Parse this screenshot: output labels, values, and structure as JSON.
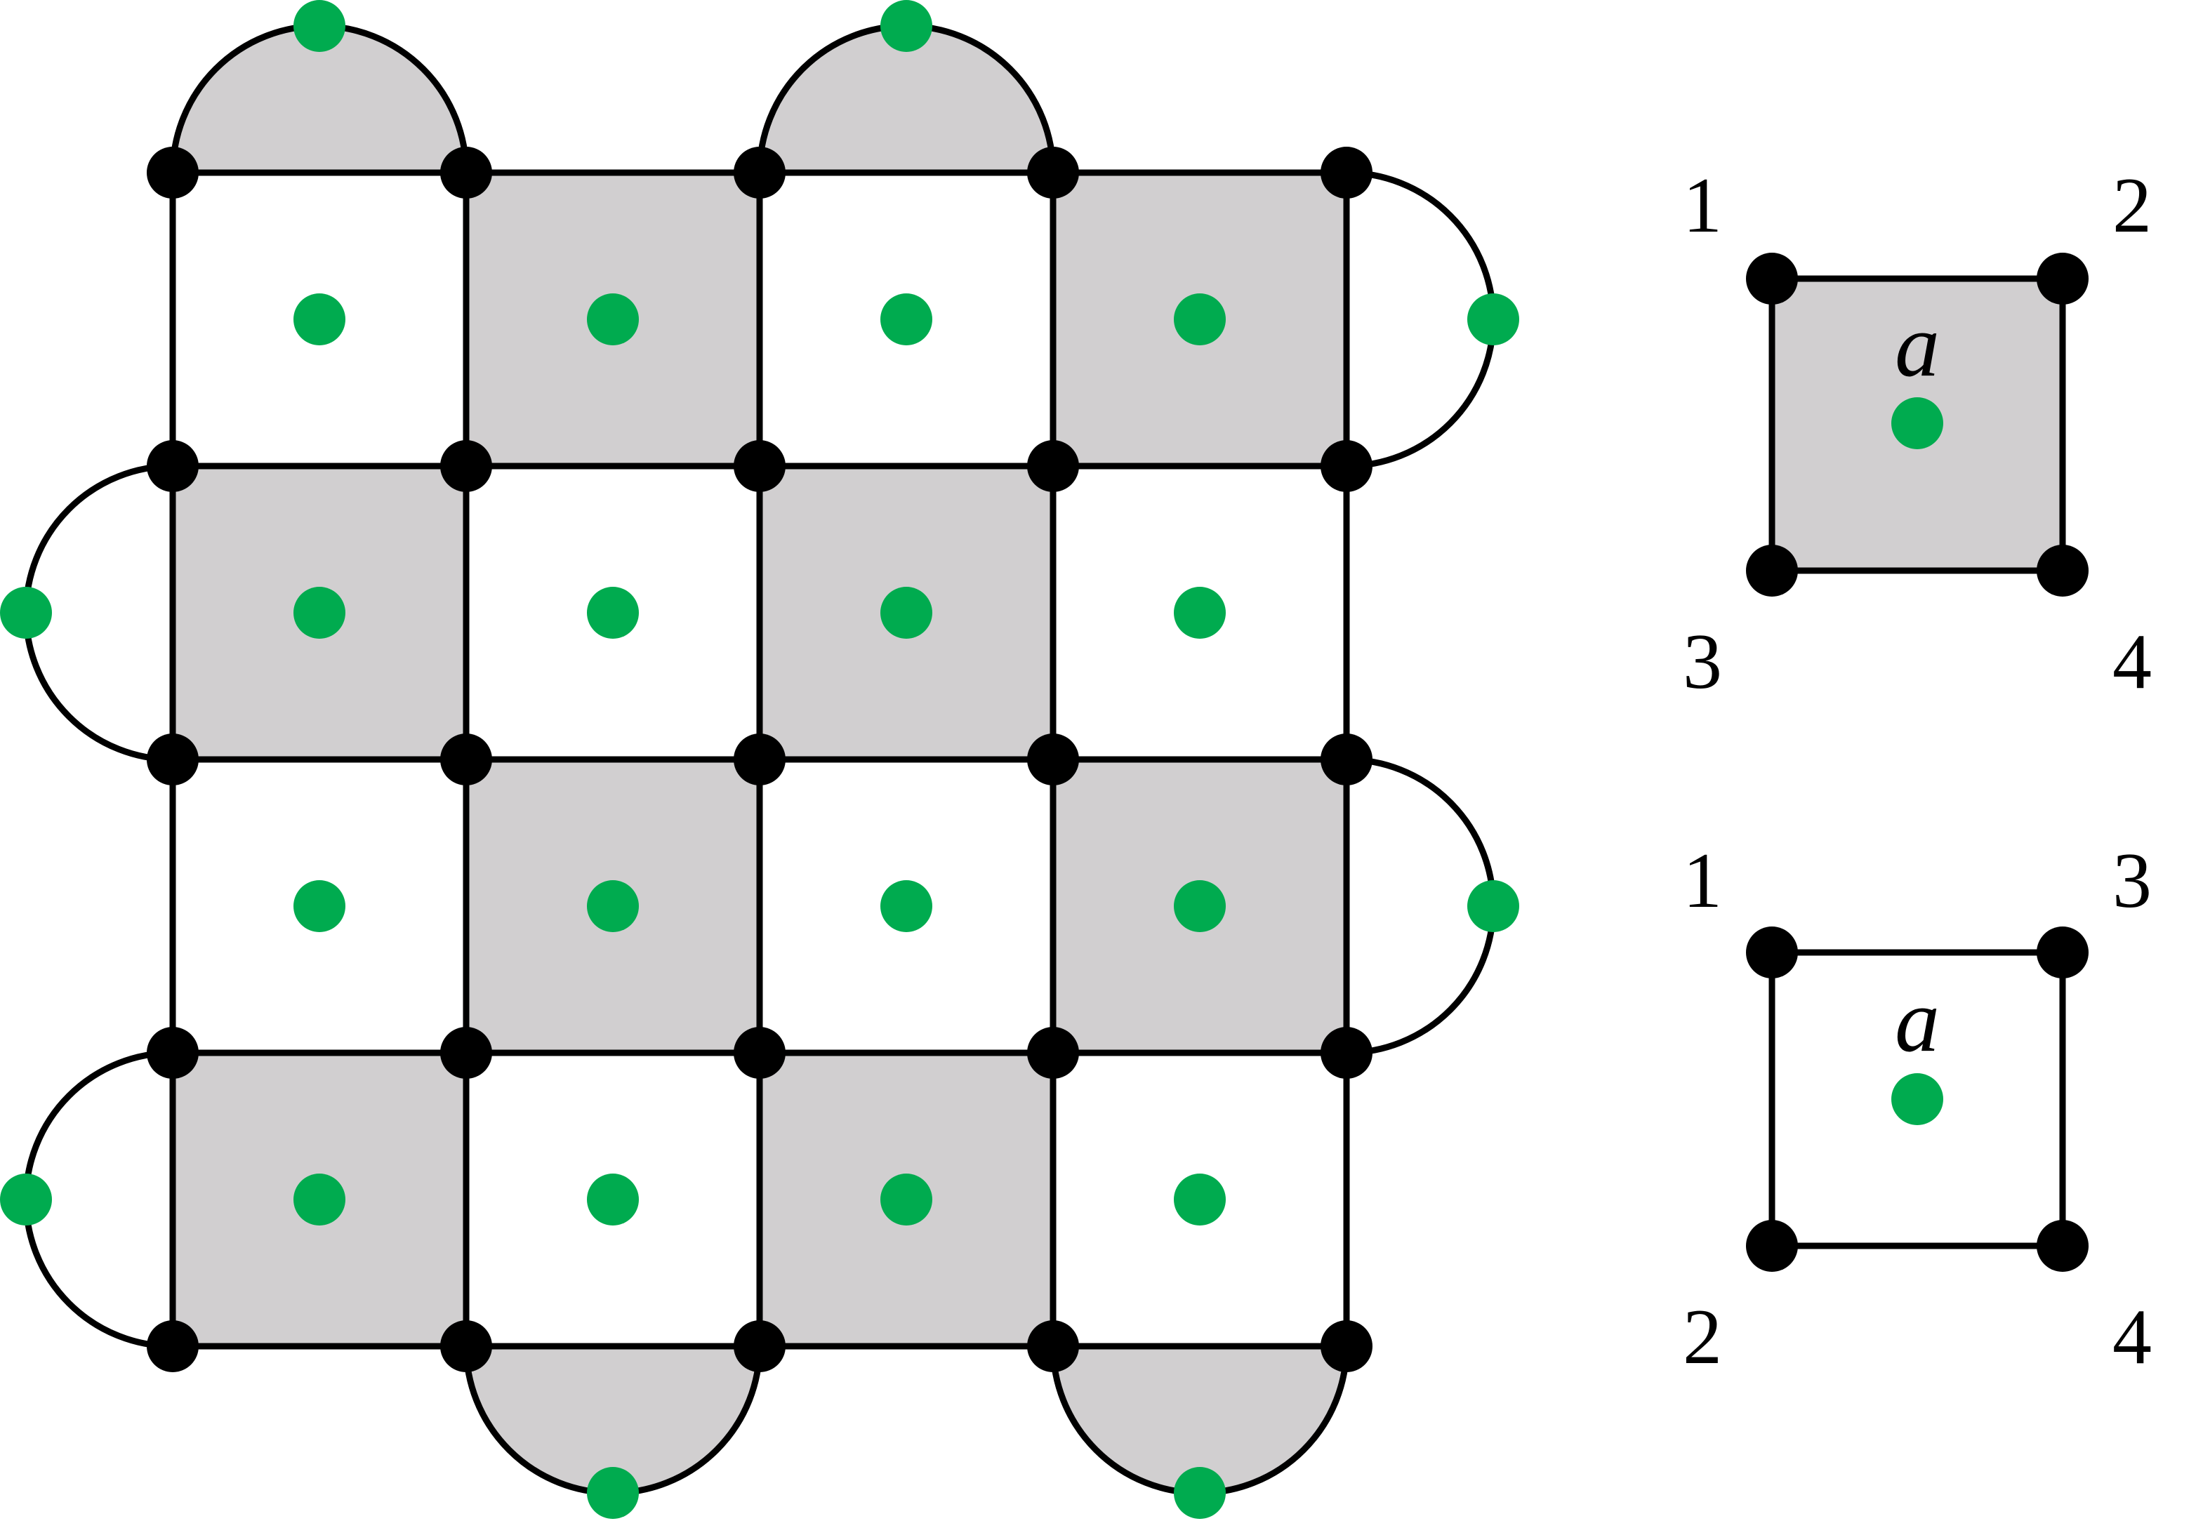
{
  "colors": {
    "shade": "#d1cfd0",
    "edge": "#000000",
    "vertex": "#000000",
    "plaquette_dot": "#00ab4f"
  },
  "lattice": {
    "rows": 4,
    "cols": 4,
    "shaded_cells": [
      [
        0,
        1
      ],
      [
        0,
        3
      ],
      [
        1,
        0
      ],
      [
        1,
        2
      ],
      [
        2,
        1
      ],
      [
        2,
        3
      ],
      [
        3,
        0
      ],
      [
        3,
        2
      ]
    ],
    "boundary_caps": [
      {
        "side": "top",
        "index": 0,
        "shaded": true
      },
      {
        "side": "top",
        "index": 2,
        "shaded": true
      },
      {
        "side": "right",
        "index": 0,
        "shaded": false
      },
      {
        "side": "right",
        "index": 2,
        "shaded": false
      },
      {
        "side": "left",
        "index": 1,
        "shaded": false
      },
      {
        "side": "left",
        "index": 3,
        "shaded": false
      },
      {
        "side": "bottom",
        "index": 1,
        "shaded": true
      },
      {
        "side": "bottom",
        "index": 3,
        "shaded": true
      }
    ]
  },
  "legend": {
    "shaded_plaquette": {
      "label": "a",
      "corners": {
        "top_left": "1",
        "top_right": "2",
        "bottom_left": "3",
        "bottom_right": "4"
      }
    },
    "white_plaquette": {
      "label": "a",
      "corners": {
        "top_left": "1",
        "top_right": "3",
        "bottom_left": "2",
        "bottom_right": "4"
      }
    }
  }
}
